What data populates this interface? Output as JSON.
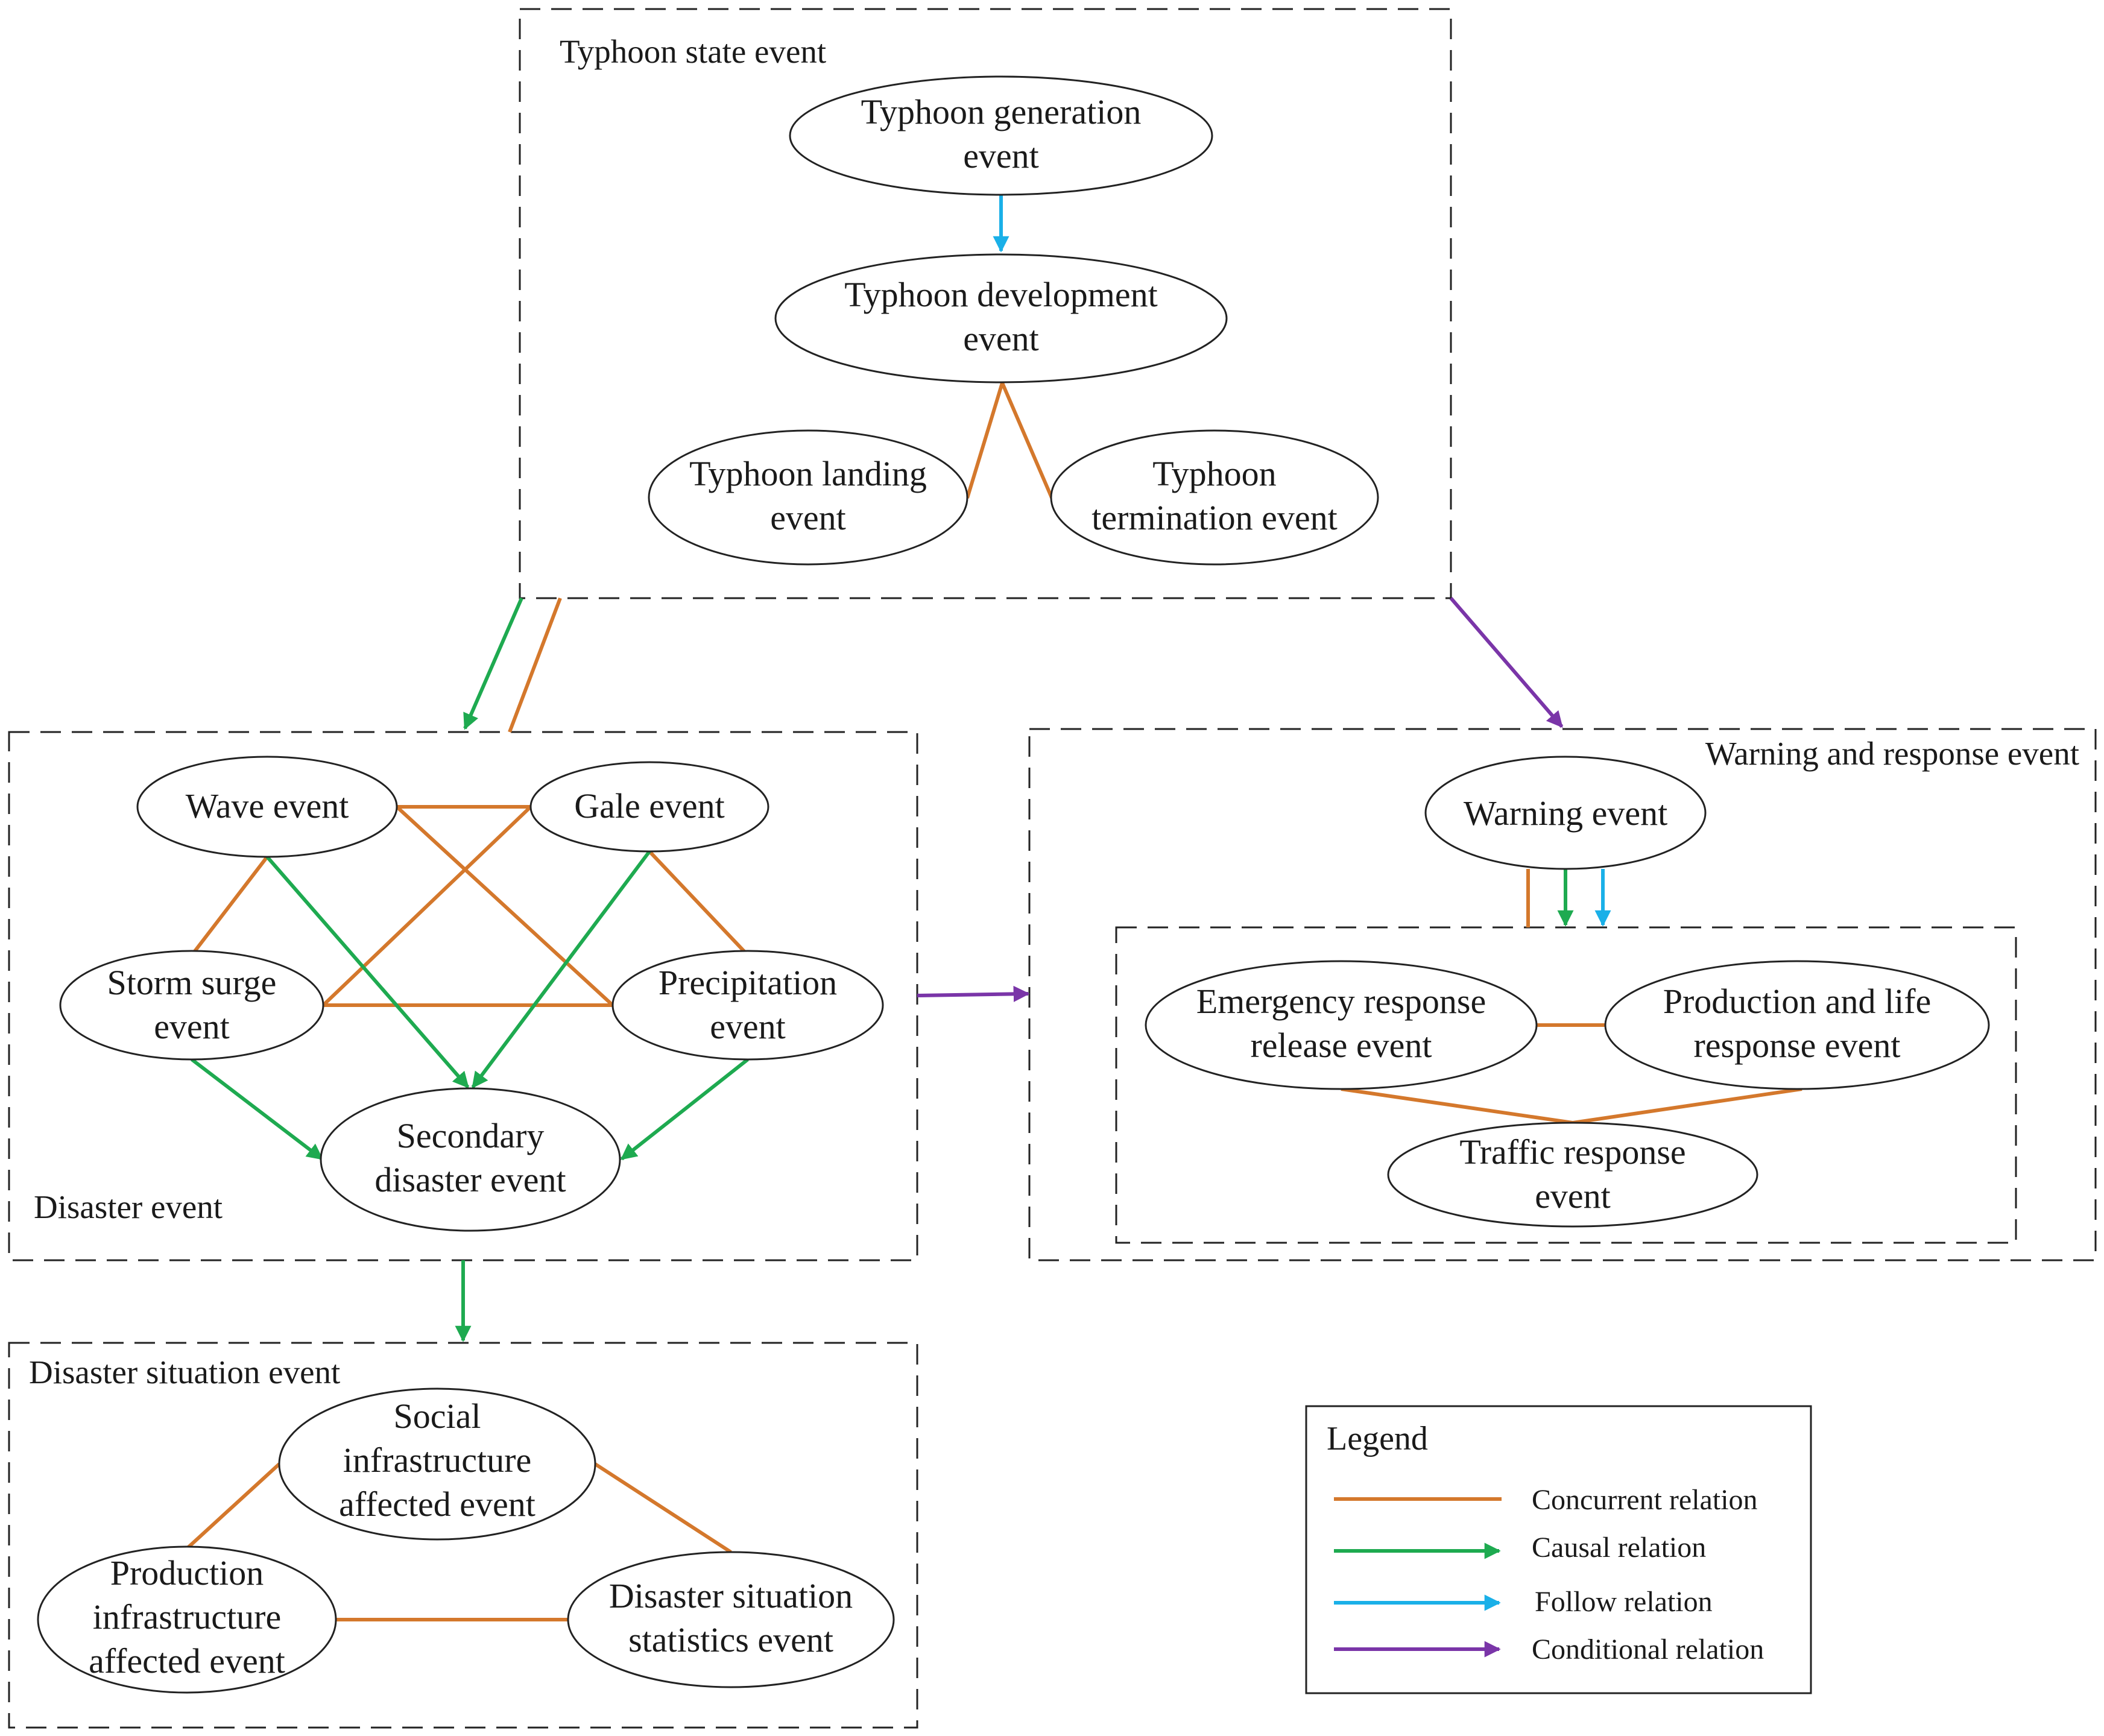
{
  "groups": {
    "typhoon_state": "Typhoon state event",
    "disaster": "Disaster event",
    "warning_response": "Warning and response event",
    "disaster_situation": "Disaster situation event"
  },
  "nodes": {
    "typhoon_generation": [
      "Typhoon generation",
      "event"
    ],
    "typhoon_development": [
      "Typhoon development",
      "event"
    ],
    "typhoon_landing": [
      "Typhoon landing",
      "event"
    ],
    "typhoon_termination": [
      "Typhoon",
      "termination event"
    ],
    "wave": [
      "Wave event"
    ],
    "gale": [
      "Gale event"
    ],
    "storm_surge": [
      "Storm surge",
      "event"
    ],
    "precipitation": [
      "Precipitation",
      "event"
    ],
    "secondary_disaster": [
      "Secondary",
      "disaster event"
    ],
    "warning": [
      "Warning event"
    ],
    "emergency_release": [
      "Emergency response",
      "release event"
    ],
    "production_life_response": [
      "Production and life",
      "response event"
    ],
    "traffic_response": [
      "Traffic response",
      "event"
    ],
    "social_infrastructure": [
      "Social",
      "infrastructure",
      "affected event"
    ],
    "production_infrastructure": [
      "Production",
      "infrastructure",
      "affected event"
    ],
    "disaster_statistics": [
      "Disaster situation",
      "statistics event"
    ]
  },
  "legend": {
    "title": "Legend",
    "items": [
      {
        "label": "Concurrent relation",
        "color": "#d4782c",
        "arrow": false
      },
      {
        "label": "Causal relation",
        "color": "#1eaa50",
        "arrow": true
      },
      {
        "label": "Follow relation",
        "color": "#1ab0e8",
        "arrow": true
      },
      {
        "label": "Conditional relation",
        "color": "#7a35a8",
        "arrow": true
      }
    ]
  },
  "colors": {
    "concurrent": "#d4782c",
    "causal": "#1eaa50",
    "follow": "#1ab0e8",
    "conditional": "#7a35a8"
  }
}
